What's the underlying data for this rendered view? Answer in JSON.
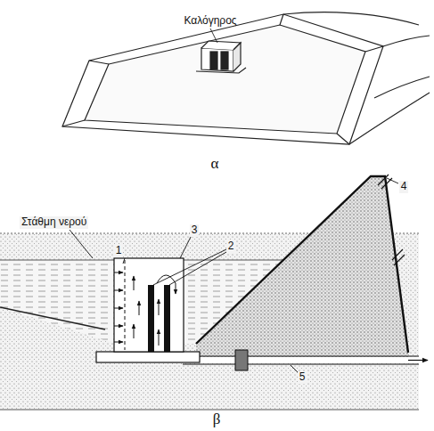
{
  "diagram": {
    "labels": [
      "Καλόγηρος",
      "α",
      "Στάθμη νερού",
      "1",
      "2",
      "3",
      "4",
      "5",
      "β"
    ]
  }
}
